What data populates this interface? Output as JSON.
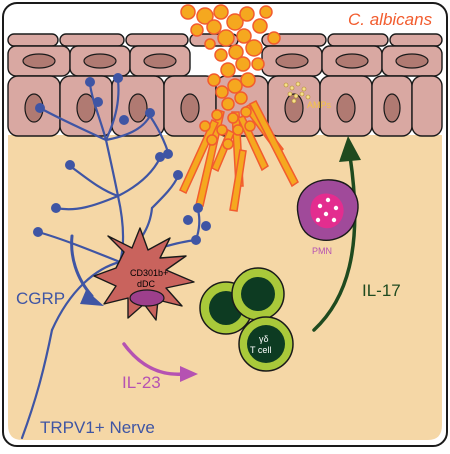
{
  "labels": {
    "organism": "C. albicans",
    "amps": "AMPs",
    "pmn": "PMN",
    "dc_line1": "CD301b+",
    "dc_line2": "dDC",
    "tcell_line1": "γδ",
    "tcell_line2": "T cell",
    "cgrp": "CGRP",
    "il23": "IL-23",
    "il17": "IL-17",
    "nerve": "TRPV1+ Nerve"
  },
  "colors": {
    "dermis": "#f5d7a6",
    "keratinocyte": "#d9a8a2",
    "nucleus": "#b07a72",
    "fungus": "#f5a81f",
    "fungus_outline": "#f25c2e",
    "nerve": "#3f55a4",
    "dendritic_cell": "#c9635d",
    "dc_nucleus": "#9d3f8c",
    "neutrophil": "#a04a9a",
    "neutrophil_nucleus": "#e32d8f",
    "t_cell": "#a9c93a",
    "t_cell_nucleus": "#0d3b22",
    "il23_arrow": "#b552b2",
    "il17_arrow": "#1f4a1f"
  }
}
